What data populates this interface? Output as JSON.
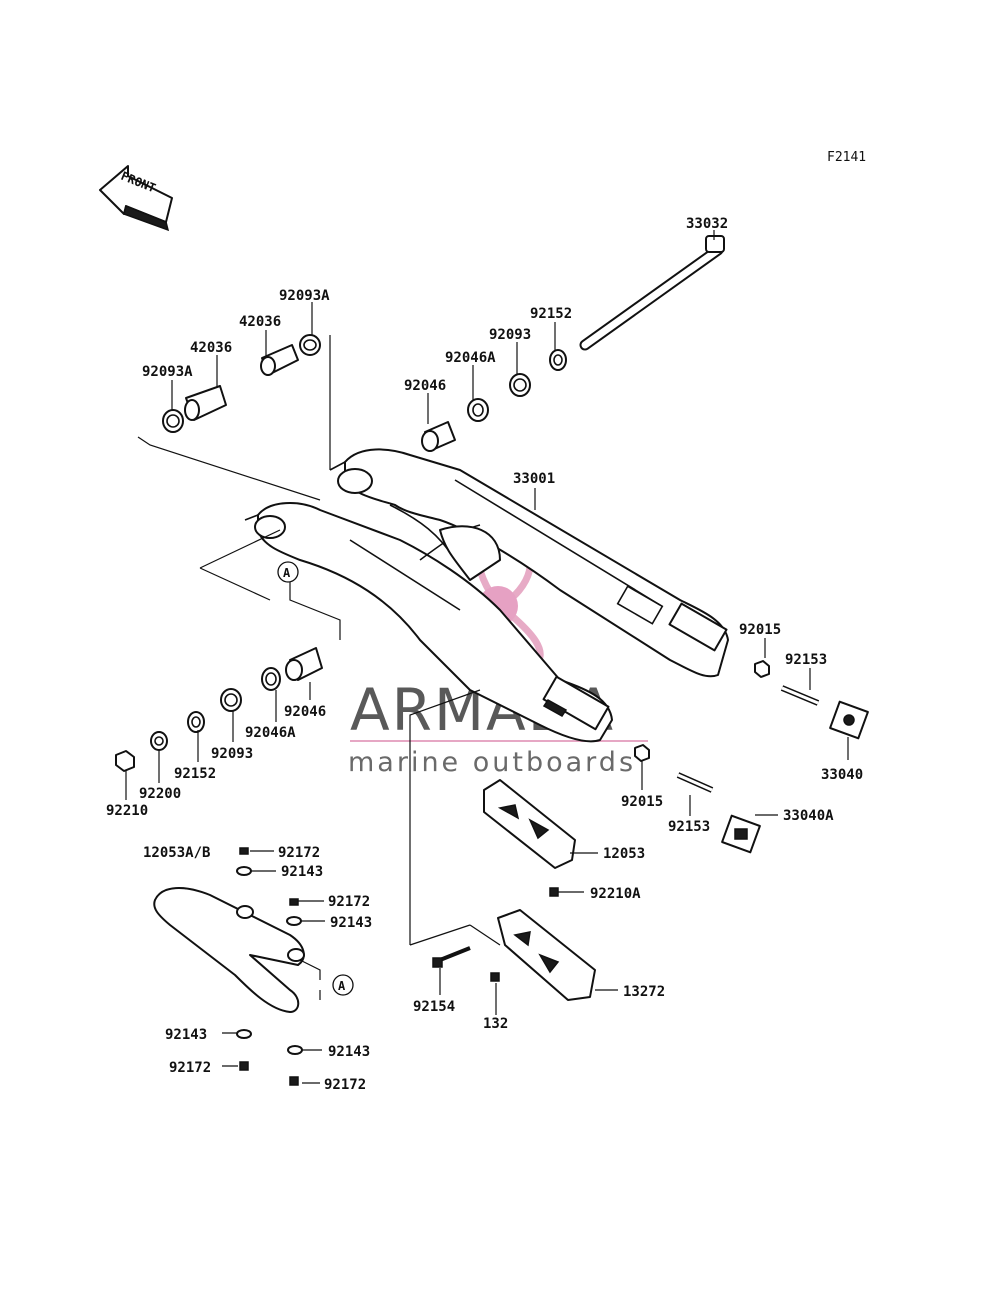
{
  "figure_code": "F2141",
  "front_arrow_label": "FRONT",
  "reference_marker": "A",
  "watermark": {
    "brand": "ARMADA",
    "tagline": "marine outboards",
    "colors": {
      "logo": "#e6a7c4",
      "logo_center": "#e59cc0",
      "text": "#595959"
    }
  },
  "part_labels": {
    "p33032": "33032",
    "p92093A_top": "92093A",
    "p42036_top": "42036",
    "p92152_top": "92152",
    "p92093_top": "92093",
    "p42036_left": "42036",
    "p92046A_top": "92046A",
    "p92093A_left": "92093A",
    "p92046_top": "92046",
    "p33001": "33001",
    "p92015_right": "92015",
    "p92153_right": "92153",
    "p33040": "33040",
    "p92046_bottom": "92046",
    "p92046A_bottom": "92046A",
    "p92093_bottom": "92093",
    "p92152_bottom": "92152",
    "p92200": "92200",
    "p92210": "92210",
    "p92015_mid": "92015",
    "p92153_mid": "92153",
    "p33040A": "33040A",
    "p12053": "12053",
    "p12053AB": "12053A/B",
    "p92172_a": "92172",
    "p92143_a": "92143",
    "p92172_b": "92172",
    "p92143_b": "92143",
    "p92210A": "92210A",
    "p13272": "13272",
    "p92154": "92154",
    "p132": "132",
    "p92143_c": "92143",
    "p92172_c": "92172",
    "p92143_d": "92143",
    "p92172_d": "92172"
  }
}
